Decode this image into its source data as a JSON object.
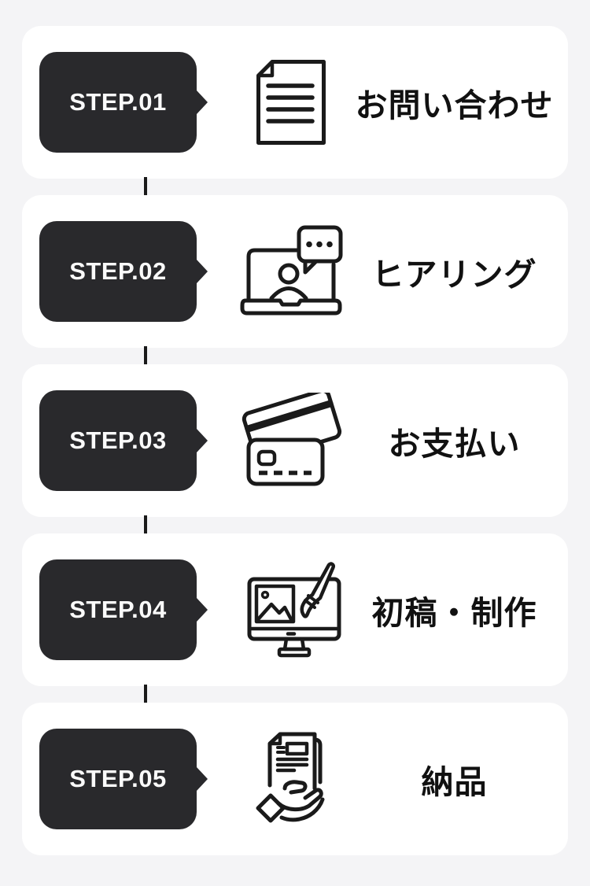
{
  "colors": {
    "page-bg": "#f4f4f6",
    "card-bg": "#ffffff",
    "badge-bg": "#29292c",
    "badge-text": "#fafafa",
    "title-text": "#111111",
    "line": "#1a1a1a"
  },
  "steps": [
    {
      "badge": "STEP.01",
      "title": "お問い合わせ",
      "icon": "document-icon"
    },
    {
      "badge": "STEP.02",
      "title": "ヒアリング",
      "icon": "video-call-icon"
    },
    {
      "badge": "STEP.03",
      "title": "お支払い",
      "icon": "credit-cards-icon"
    },
    {
      "badge": "STEP.04",
      "title": "初稿・制作",
      "icon": "design-monitor-icon"
    },
    {
      "badge": "STEP.05",
      "title": "納品",
      "icon": "delivery-hand-icon"
    }
  ]
}
